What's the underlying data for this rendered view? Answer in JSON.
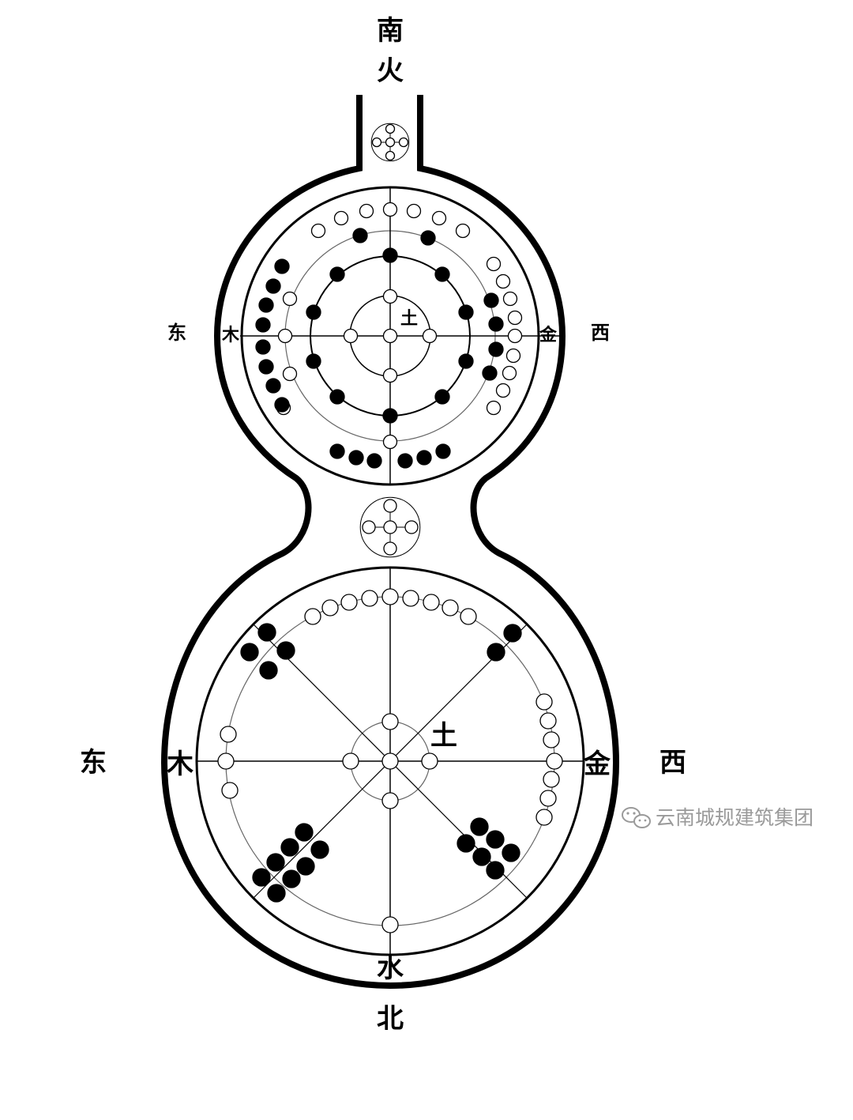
{
  "directions": {
    "south": "南",
    "north": "北",
    "east": "东",
    "west": "西"
  },
  "elements": {
    "fire": "火",
    "water": "水",
    "wood": "木",
    "metal": "金",
    "earth": "土"
  },
  "watermark": {
    "icon": "wechat-icon",
    "text": "云南城规建筑集团"
  },
  "colors": {
    "ink": "#000000",
    "paper": "#ffffff",
    "watermark": "#9a9a9a"
  }
}
